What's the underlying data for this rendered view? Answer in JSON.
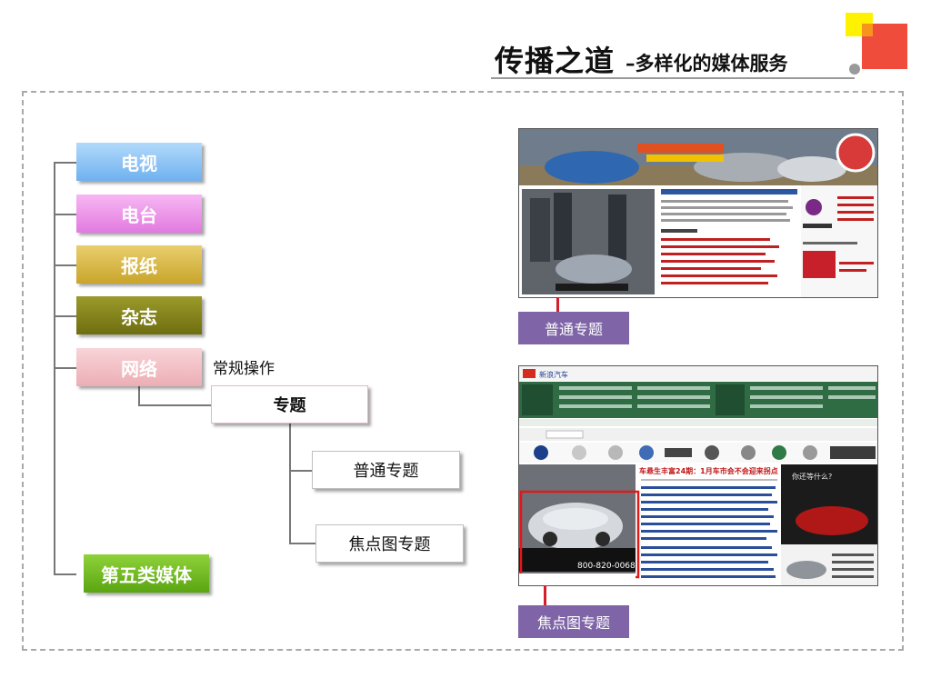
{
  "header": {
    "title_main": "传播之道",
    "title_sub": "–多样化的媒体服务"
  },
  "media": {
    "tv": "电视",
    "radio": "电台",
    "newspaper": "报纸",
    "magazine": "杂志",
    "internet": "网络",
    "fifth": "第五类媒体"
  },
  "internet_branch": {
    "operation_label": "常规操作",
    "topic": "专题",
    "normal_topic": "普通专题",
    "focus_topic": "焦点图专题"
  },
  "screenshots": {
    "top_label": "普通专题",
    "bottom_label": "焦点图专题",
    "bottom_site_name": "新浪汽车",
    "bottom_headline": "车悬生丰富24期：1月车市会不会迎来拐点",
    "bottom_hotline": "800-820-0068",
    "bottom_side_text": "你还等什么?"
  },
  "colors": {
    "tv": "#8dc4f6",
    "radio": "#ee93ea",
    "newspaper": "#d9bb48",
    "magazine": "#86851c",
    "internet": "#f2bfc5",
    "fifth": "#72bb22",
    "label_purple": "#7f65a8",
    "accent_red": "#d21f2b"
  }
}
